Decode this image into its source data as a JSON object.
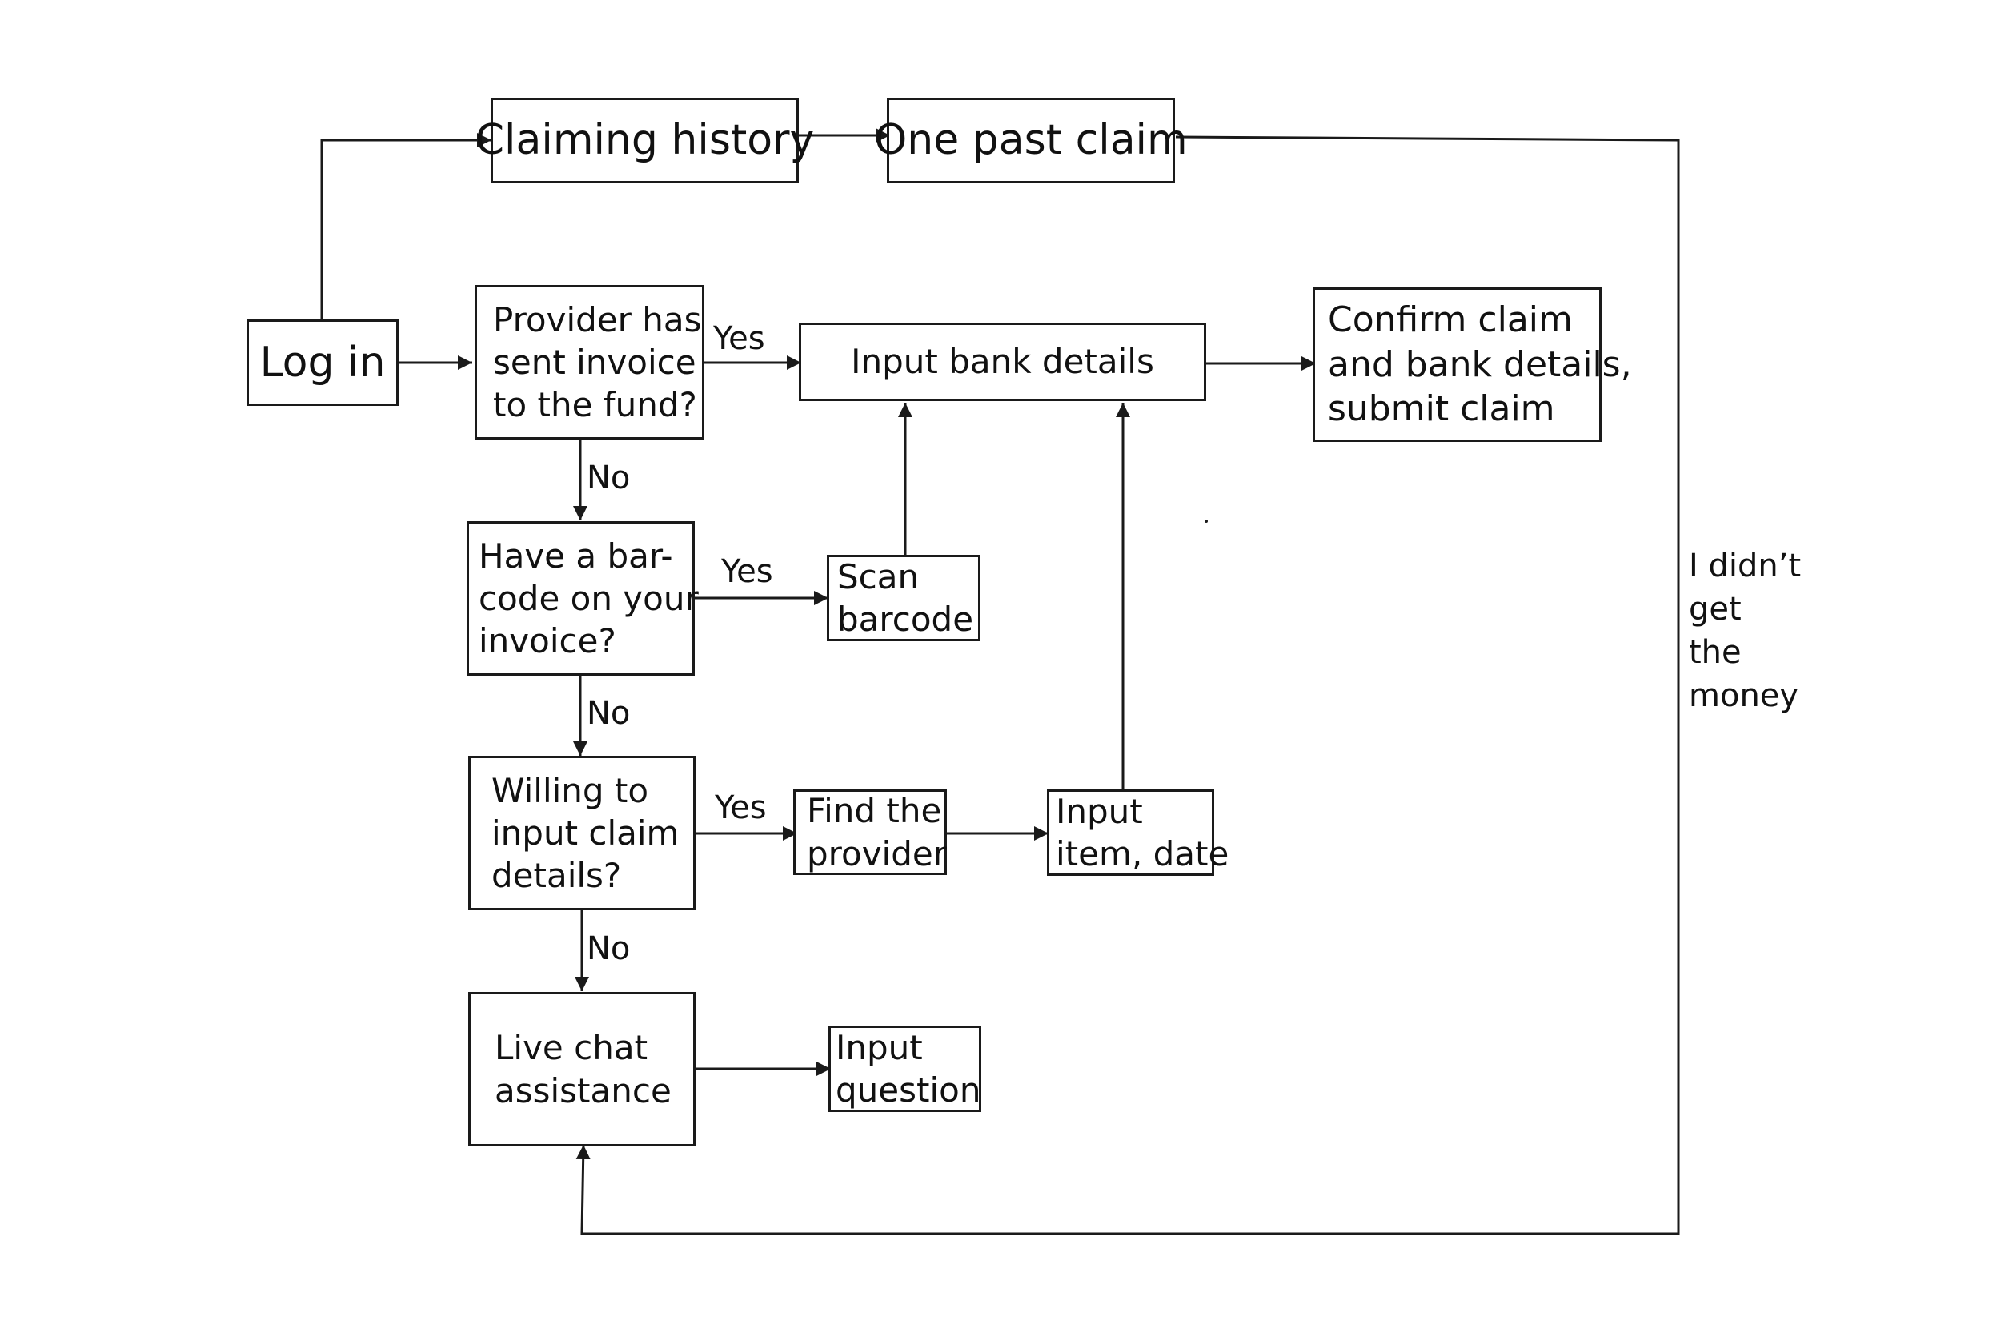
{
  "nodes": {
    "login": {
      "lines": [
        "Log in"
      ]
    },
    "claiming_history": {
      "lines": [
        "Claiming history"
      ]
    },
    "one_past_claim": {
      "lines": [
        "One past claim"
      ]
    },
    "provider_sent_invoice": {
      "lines": [
        "Provider has",
        "sent invoice",
        "to the fund?"
      ]
    },
    "input_bank_details": {
      "lines": [
        "Input bank details"
      ]
    },
    "confirm_claim": {
      "lines": [
        "Confirm claim",
        "and bank details,",
        "submit claim"
      ]
    },
    "have_barcode": {
      "lines": [
        "Have a bar-",
        "code on your",
        "invoice?"
      ]
    },
    "scan_barcode": {
      "lines": [
        "Scan",
        "barcode"
      ]
    },
    "willing_input": {
      "lines": [
        "Willing to",
        "input claim",
        "details?"
      ]
    },
    "find_provider": {
      "lines": [
        "Find the",
        "provider"
      ]
    },
    "input_item_date": {
      "lines": [
        "Input",
        "item, date"
      ]
    },
    "live_chat": {
      "lines": [
        "Live chat",
        "assistance"
      ]
    },
    "input_question": {
      "lines": [
        "Input",
        "question"
      ]
    }
  },
  "edge_labels": {
    "yes_provider": "Yes",
    "no_provider": "No",
    "yes_barcode": "Yes",
    "no_barcode": "No",
    "yes_willing": "Yes",
    "no_willing": "No"
  },
  "annotation": {
    "lines": [
      "I didn’t",
      "get",
      "the",
      "money"
    ]
  },
  "colors": {
    "stroke": "#1a1a1a",
    "background": "#ffffff"
  }
}
